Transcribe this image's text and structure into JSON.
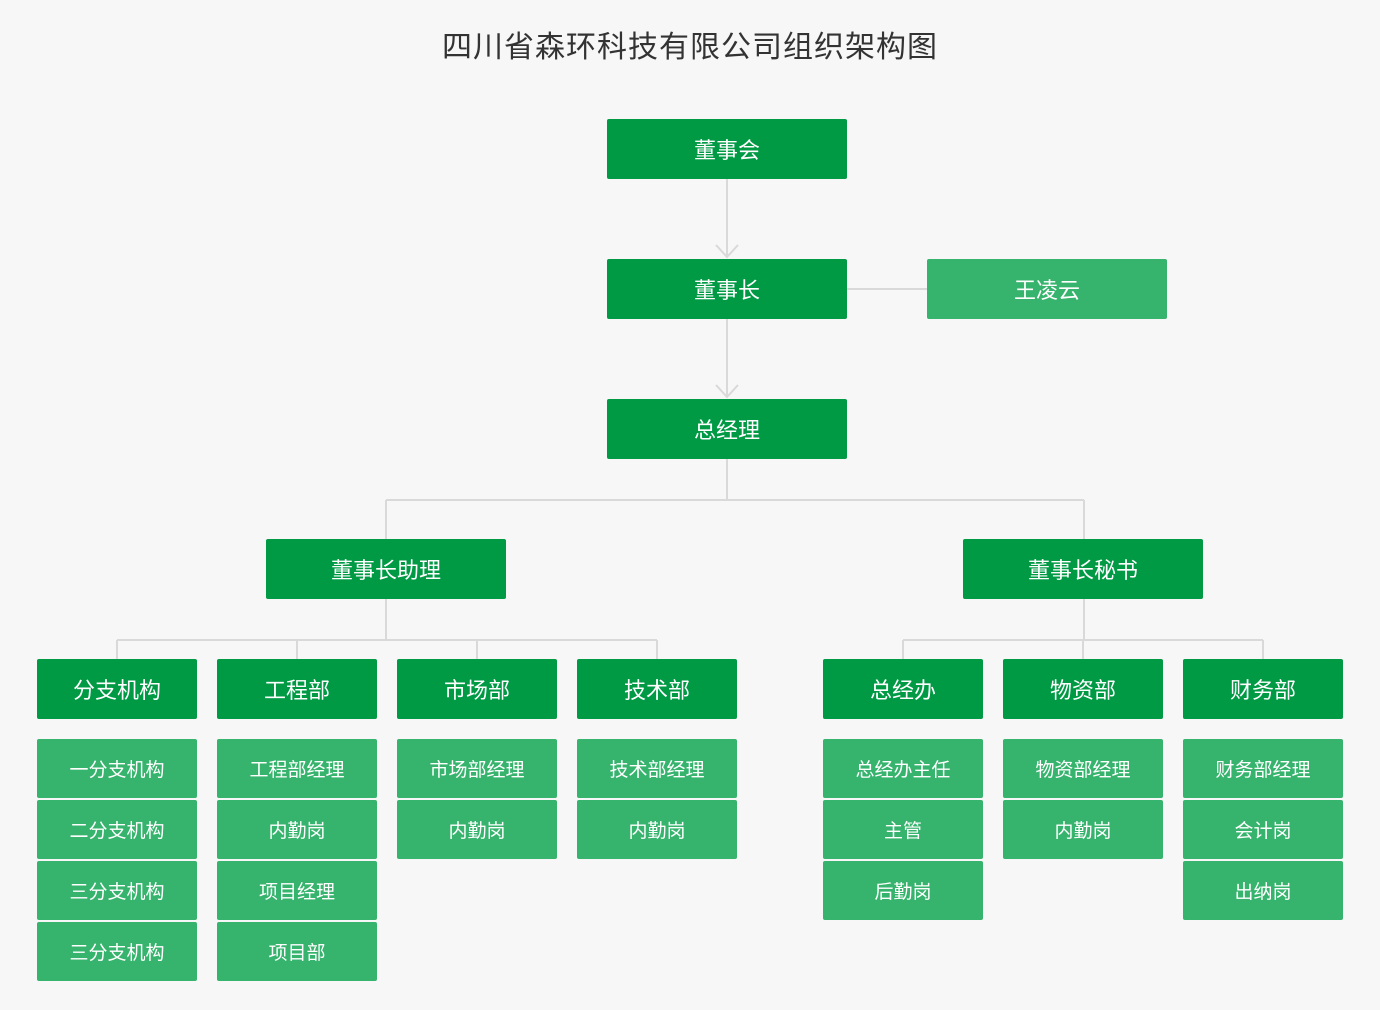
{
  "title": "四川省森环科技有限公司组织架构图",
  "colors": {
    "primary": "#009944",
    "secondary": "#36b36c",
    "line": "#d9d9d9",
    "background": "#f7f7f7"
  },
  "nodes": {
    "board": "董事会",
    "chairman": "董事长",
    "wang": "王凌云",
    "gm": "总经理",
    "assistant": "董事长助理",
    "secretary": "董事长秘书"
  },
  "left_departments": [
    {
      "name": "分支机构",
      "items": [
        "一分支机构",
        "二分支机构",
        "三分支机构",
        "三分支机构"
      ]
    },
    {
      "name": "工程部",
      "items": [
        "工程部经理",
        "内勤岗",
        "项目经理",
        "项目部"
      ]
    },
    {
      "name": "市场部",
      "items": [
        "市场部经理",
        "内勤岗"
      ]
    },
    {
      "name": "技术部",
      "items": [
        "技术部经理",
        "内勤岗"
      ]
    }
  ],
  "right_departments": [
    {
      "name": "总经办",
      "items": [
        "总经办主任",
        "主管",
        "后勤岗"
      ]
    },
    {
      "name": "物资部",
      "items": [
        "物资部经理",
        "内勤岗"
      ]
    },
    {
      "name": "财务部",
      "items": [
        "财务部经理",
        "会计岗",
        "出纳岗"
      ]
    }
  ]
}
